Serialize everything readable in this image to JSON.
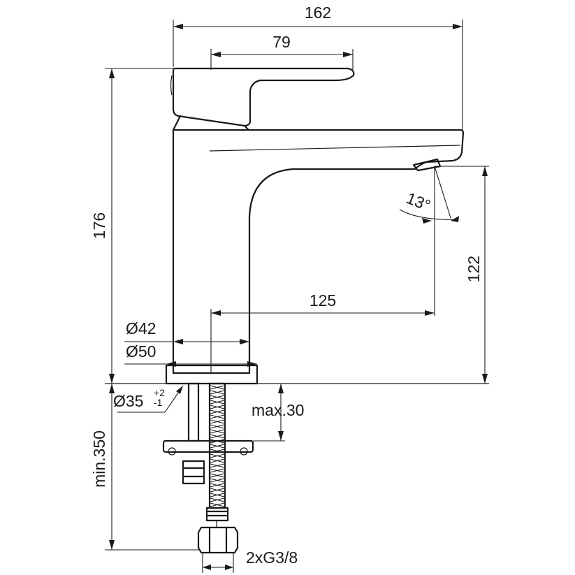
{
  "dimensions": {
    "overall_width": "162",
    "lever_length": "79",
    "overall_height": "176",
    "spout_angle": "13°",
    "spout_height": "122",
    "spout_reach": "125",
    "body_diameter_top": "Ø42",
    "body_diameter_base": "Ø50",
    "hole_diameter": "Ø35",
    "hole_tolerance_plus": "+2",
    "hole_tolerance_minus": "-1",
    "max_deck_thickness": "max.30",
    "min_hose_length": "min.350",
    "connection_thread": "2xG3/8"
  }
}
